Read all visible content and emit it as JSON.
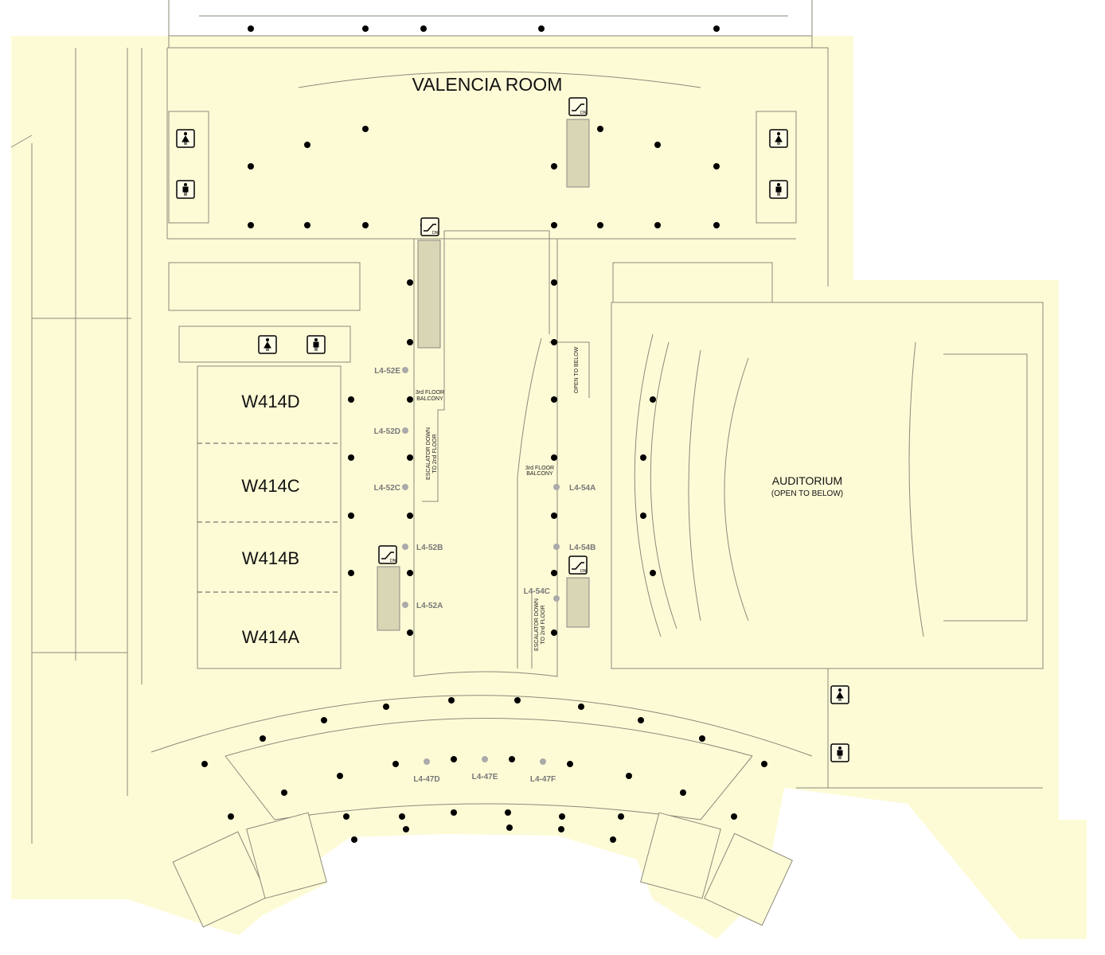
{
  "map": {
    "colors": {
      "floor": "#fdfbd6",
      "wall": "#8a8a7a",
      "column": "#000000",
      "booth": "#aaaaaa"
    },
    "rooms": {
      "valencia": "VALENCIA ROOM",
      "w414d": "W414D",
      "w414c": "W414C",
      "w414b": "W414B",
      "w414a": "W414A",
      "auditorium": "AUDITORIUM",
      "auditorium_note": "(OPEN TO BELOW)"
    },
    "notes": {
      "balcony_left": [
        "3rd FLOOR",
        "BALCONY"
      ],
      "balcony_right": [
        "3rd FLOOR",
        "BALCONY"
      ],
      "escalator_left": [
        "ESCALATOR DOWN",
        "TO 2nd FLOOR"
      ],
      "escalator_right": [
        "ESCALATOR DOWN",
        "TO 2nd FLOOR"
      ],
      "open_below": "OPEN TO BELOW"
    },
    "booths": [
      "L4-52E",
      "L4-52D",
      "L4-52C",
      "L4-52B",
      "L4-52A",
      "L4-54A",
      "L4-54B",
      "L4-54C",
      "L4-47D",
      "L4-47E",
      "L4-47F"
    ],
    "icons": {
      "escalator": "escalator-down-icon",
      "dn": "DN",
      "women": "womens-restroom-icon",
      "men": "mens-restroom-icon"
    }
  }
}
